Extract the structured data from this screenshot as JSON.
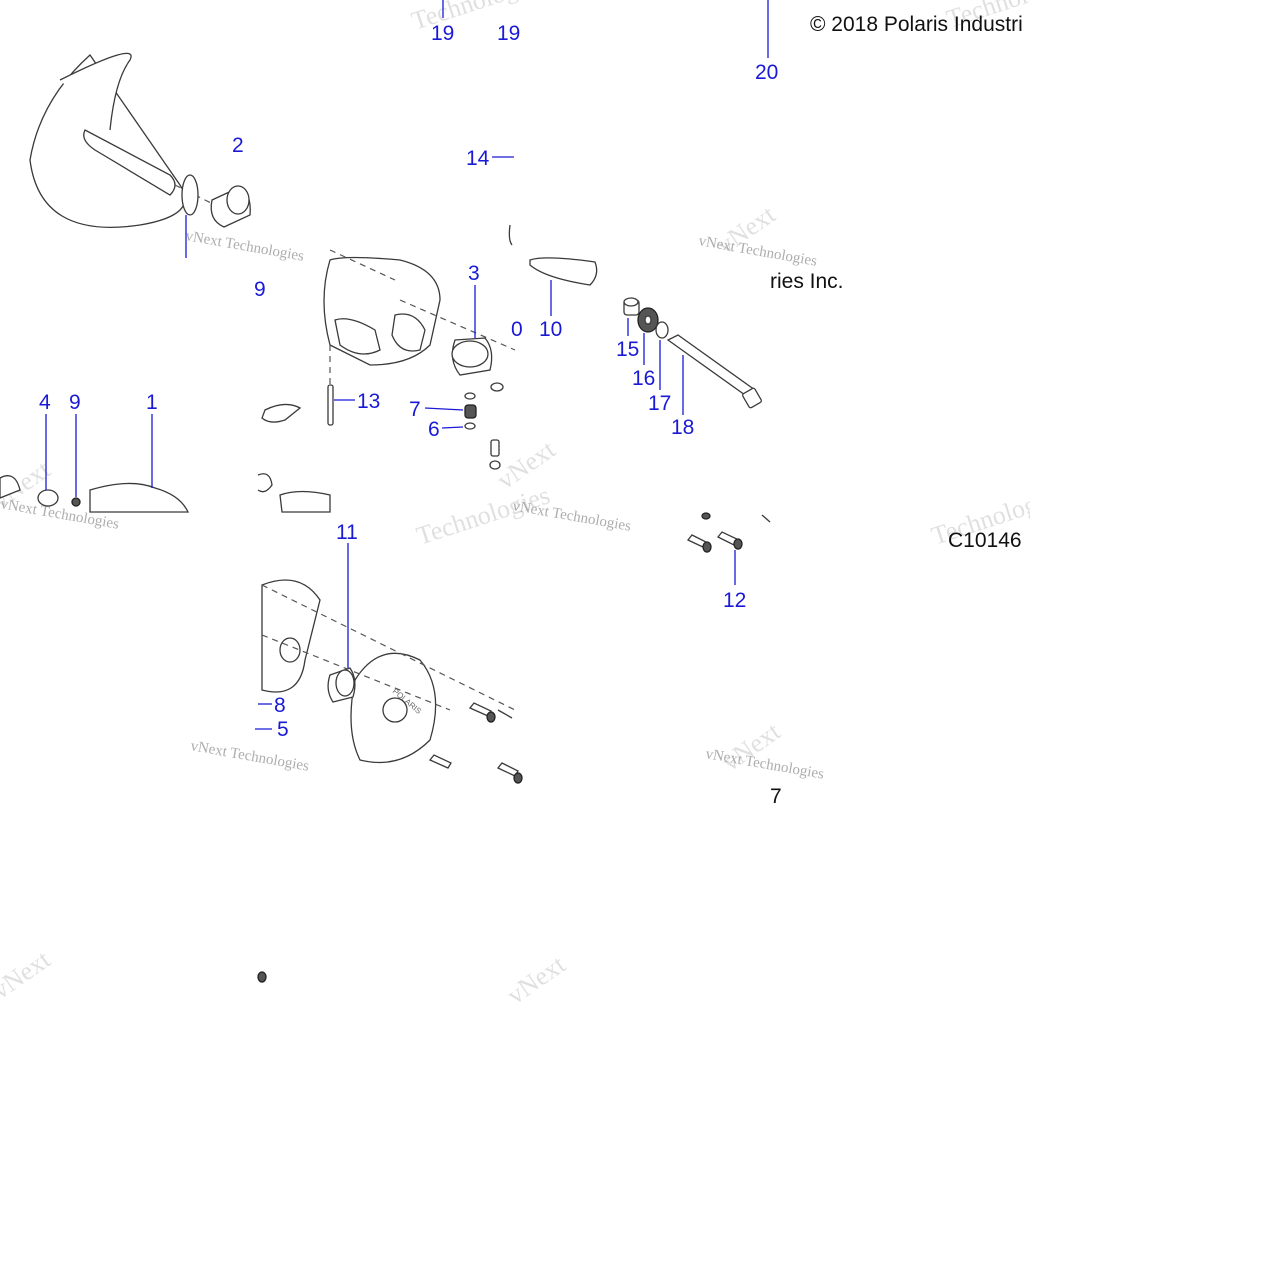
{
  "copyright": "© 2018 Polaris Industri",
  "copyright_fragment": "ries Inc.",
  "figure_code": "C10146",
  "stray_number": "7",
  "watermark": {
    "brand": "vNext Technologies",
    "word1": "vNext",
    "word2": "Technologies",
    "logo_text": "POLARIS"
  },
  "callouts": {
    "c1": "1",
    "c2": "2",
    "c3": "3",
    "c4": "4",
    "c5": "5",
    "c6": "6",
    "c7": "7",
    "c8": "8",
    "c9": "9",
    "c9b": "9",
    "c10": "10",
    "c10b": "0",
    "c11": "11",
    "c12": "12",
    "c13": "13",
    "c14": "14",
    "c15": "15",
    "c16": "16",
    "c17": "17",
    "c18": "18",
    "c19": "19",
    "c19b": "19",
    "c20": "20"
  },
  "colors": {
    "callout": "#1a1ad6",
    "linework": "#3a3a3a",
    "watermark": "#bbbbbb"
  }
}
